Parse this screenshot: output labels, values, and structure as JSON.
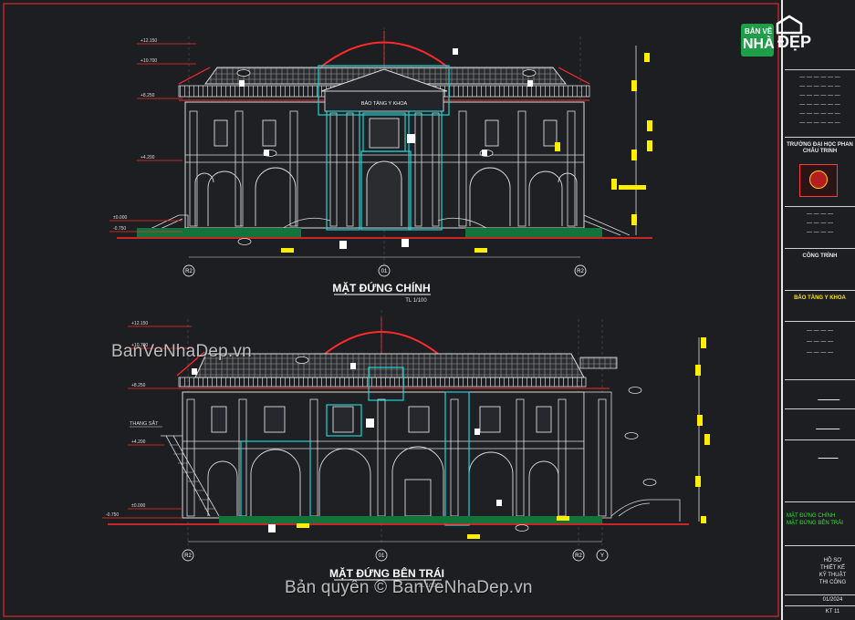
{
  "drawing": {
    "elevation_1": {
      "title": "MẶT ĐỨNG CHÍNH",
      "scale": "TL 1/100",
      "sign": "BẢO TÀNG Y KHOA",
      "levels": [
        "+12.150",
        "+10.700",
        "+8.250",
        "+4.200",
        "±0.000",
        "-0.750"
      ],
      "axes": [
        "R2",
        "01",
        "R2"
      ]
    },
    "elevation_2": {
      "title": "MẶT ĐỨNG BÊN TRÁI",
      "scale": "TL 1/100",
      "stair_label": "THANG SẮT",
      "levels": [
        "+12.150",
        "+10.700",
        "+8.250",
        "+4.200",
        "±0.000",
        "-0.750"
      ],
      "axes": [
        "R2",
        "01",
        "R2",
        "Y"
      ]
    }
  },
  "title_block": {
    "school": "TRƯỜNG ĐẠI HỌC PHAN CHÂU TRINH",
    "project_label": "CÔNG TRÌNH",
    "project_name": "BẢO TÀNG Y KHOA",
    "sheet_title_1": "MẶT ĐỨNG CHÍNH",
    "sheet_title_2": "MẶT ĐỨNG BÊN TRÁI",
    "stage_1": "HỒ SƠ",
    "stage_2": "THIẾT KẾ",
    "stage_3": "KỸ THUẬT",
    "stage_4": "THI CÔNG",
    "date": "01/2024",
    "sheet_no": "KT 11"
  },
  "watermarks": {
    "top": "BanVeNhaDep.vn",
    "bottom": "Bản quyền © BanVeNhaDep.vn"
  },
  "logo": {
    "line1": "BẢN VẼ",
    "line2": "NHÀ",
    "line3": "ĐẸP"
  },
  "colors": {
    "background": "#1c1e22",
    "line": "#dcdcdc",
    "red": "#ff2a2a",
    "cyan": "#22d3d3",
    "yellow": "#ffee00",
    "green": "#12743a",
    "blue": "#2f5bff"
  }
}
